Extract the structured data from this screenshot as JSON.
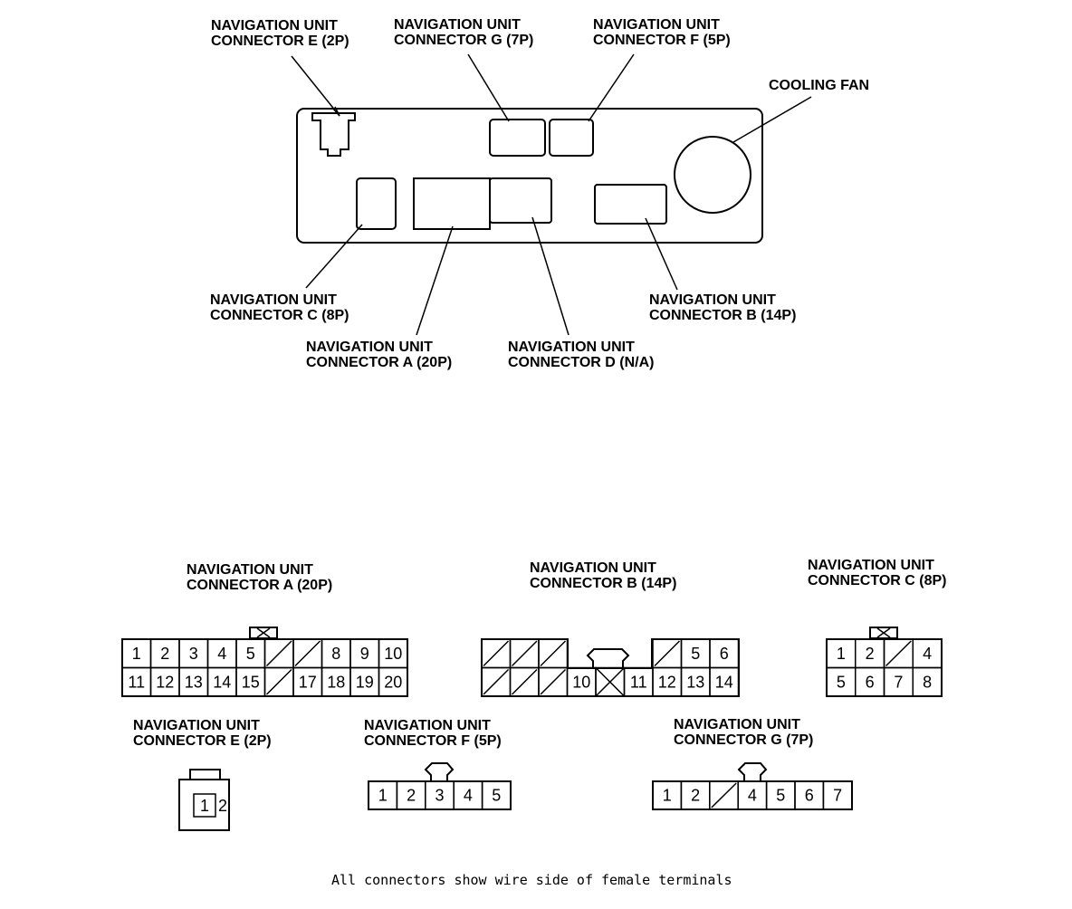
{
  "unit_labels": {
    "connector_e": [
      "NAVIGATION UNIT",
      "CONNECTOR E (2P)"
    ],
    "connector_g": [
      "NAVIGATION UNIT",
      "CONNECTOR G (7P)"
    ],
    "connector_f": [
      "NAVIGATION UNIT",
      "CONNECTOR F (5P)"
    ],
    "cooling_fan": "COOLING FAN",
    "connector_c": [
      "NAVIGATION UNIT",
      "CONNECTOR C (8P)"
    ],
    "connector_b": [
      "NAVIGATION UNIT",
      "CONNECTOR B (14P)"
    ],
    "connector_a": [
      "NAVIGATION UNIT",
      "CONNECTOR A (20P)"
    ],
    "connector_d": [
      "NAVIGATION UNIT",
      "CONNECTOR D (N/A)"
    ]
  },
  "connectors": {
    "a": {
      "title": [
        "NAVIGATION UNIT",
        "CONNECTOR A (20P)"
      ],
      "rows": [
        [
          "1",
          "2",
          "3",
          "4",
          "5",
          "/",
          "/",
          "8",
          "9",
          "10"
        ],
        [
          "11",
          "12",
          "13",
          "14",
          "15",
          "/",
          "17",
          "18",
          "19",
          "20"
        ]
      ]
    },
    "b": {
      "title": [
        "NAVIGATION UNIT",
        "CONNECTOR B (14P)"
      ],
      "rows": [
        [
          "/",
          "/",
          "/",
          "",
          "",
          "",
          "/",
          "5",
          "6"
        ],
        [
          "/",
          "/",
          "/",
          "10",
          "x",
          "11",
          "12",
          "13",
          "14"
        ]
      ]
    },
    "c": {
      "title": [
        "NAVIGATION UNIT",
        "CONNECTOR C (8P)"
      ],
      "rows": [
        [
          "1",
          "2",
          "/",
          "4"
        ],
        [
          "5",
          "6",
          "7",
          "8"
        ]
      ]
    },
    "e": {
      "title": [
        "NAVIGATION UNIT",
        "CONNECTOR E (2P)"
      ],
      "pins": [
        "1",
        "2"
      ]
    },
    "f": {
      "title": [
        "NAVIGATION UNIT",
        "CONNECTOR F (5P)"
      ],
      "pins": [
        "1",
        "2",
        "3",
        "4",
        "5"
      ]
    },
    "g": {
      "title": [
        "NAVIGATION UNIT",
        "CONNECTOR G (7P)"
      ],
      "pins": [
        "1",
        "2",
        "/",
        "4",
        "5",
        "6",
        "7"
      ]
    }
  },
  "footnote": "All connectors show wire side of female terminals"
}
